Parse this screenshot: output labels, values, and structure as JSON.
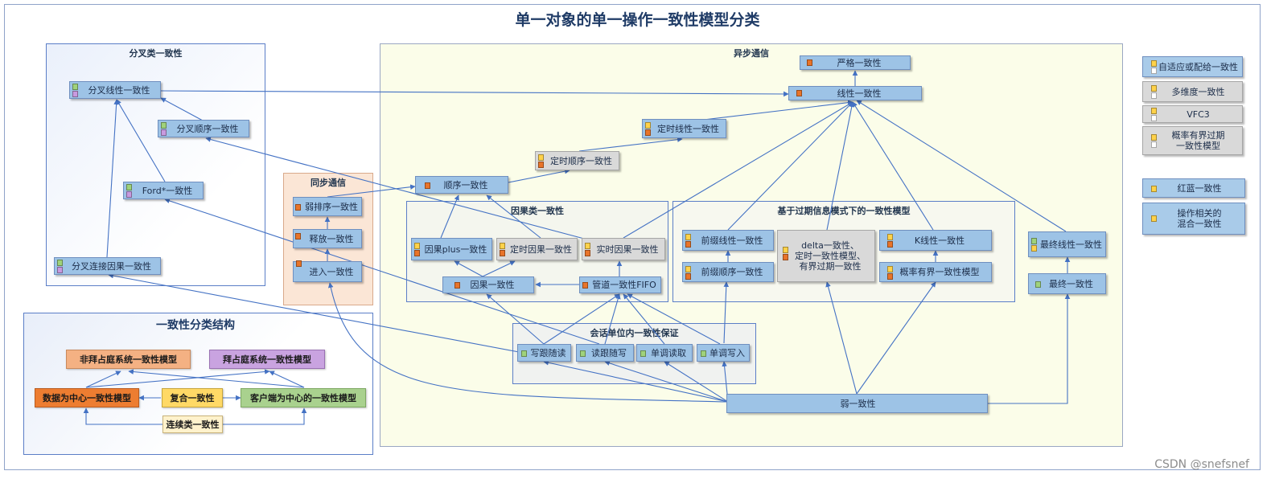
{
  "title": "单一对象的单一操作一致性模型分类",
  "watermark": "CSDN @snefsnef",
  "colors": {
    "node_blue": "#9dc3e6",
    "node_gray": "#d9d9d9",
    "edge": "#4472c4",
    "icon_orange": "#e8742a",
    "icon_yellow": "#ffd24a",
    "icon_green": "#9fd27b",
    "icon_purple": "#c89adf"
  },
  "groups": {
    "fork": "分叉类一致性",
    "async": "异步通信",
    "sync": "同步通信",
    "causal": "因果类一致性",
    "expire": "基于过期信息模式下的一致性模型",
    "session": "会话单位内一致性保证"
  },
  "nodes": {
    "strict": "严格一致性",
    "linear": "线性一致性",
    "timed_linear": "定时线性一致性",
    "timed_order": "定时顺序一致性",
    "sequential": "顺序一致性",
    "fork_linear": "分叉线性一致性",
    "fork_order": "分叉顺序一致性",
    "ford": "Ford*一致性",
    "fork_causal": "分叉连接因果一致性",
    "weak_order": "弱排序一致性",
    "release": "释放一致性",
    "entry": "进入一致性",
    "causal_plus": "因果plus一致性",
    "timed_causal": "定时因果一致性",
    "realtime_causal": "实时因果一致性",
    "causal": "因果一致性",
    "pipeline": "管道一致性FIFO",
    "prefix_linear": "前缀线性一致性",
    "prefix_order": "前缀顺序一致性",
    "delta": "delta一致性、\n定时一致性模型、\n有界过期一致性",
    "k_linear": "K线性一致性",
    "prob_bounded": "概率有界一致性模型",
    "eventual_linear": "最终线性一致性",
    "eventual": "最终一致性",
    "read_your_writes": "写跟随读",
    "writes_follow_reads": "读跟随写",
    "monotonic_read": "单调读取",
    "monotonic_write": "单调写入",
    "weak": "弱一致性"
  },
  "legend": {
    "adaptive": "自适应或配给一致性",
    "multi_dim": "多维度一致性",
    "vfc3": "VFC3",
    "prob_bounded": "概率有界过期\n一致性模型",
    "red_blue": "红蓝一致性",
    "op_mixed": "操作相关的\n混合一致性"
  },
  "structure": {
    "title": "一致性分类结构",
    "non_byz": "非拜占庭系统一致性模型",
    "byz": "拜占庭系统一致性模型",
    "data_centric": "数据为中心一致性模型",
    "composite": "复合一致性",
    "client_centric": "客户端为中心的一致性模型",
    "continuous": "连续类一致性"
  }
}
